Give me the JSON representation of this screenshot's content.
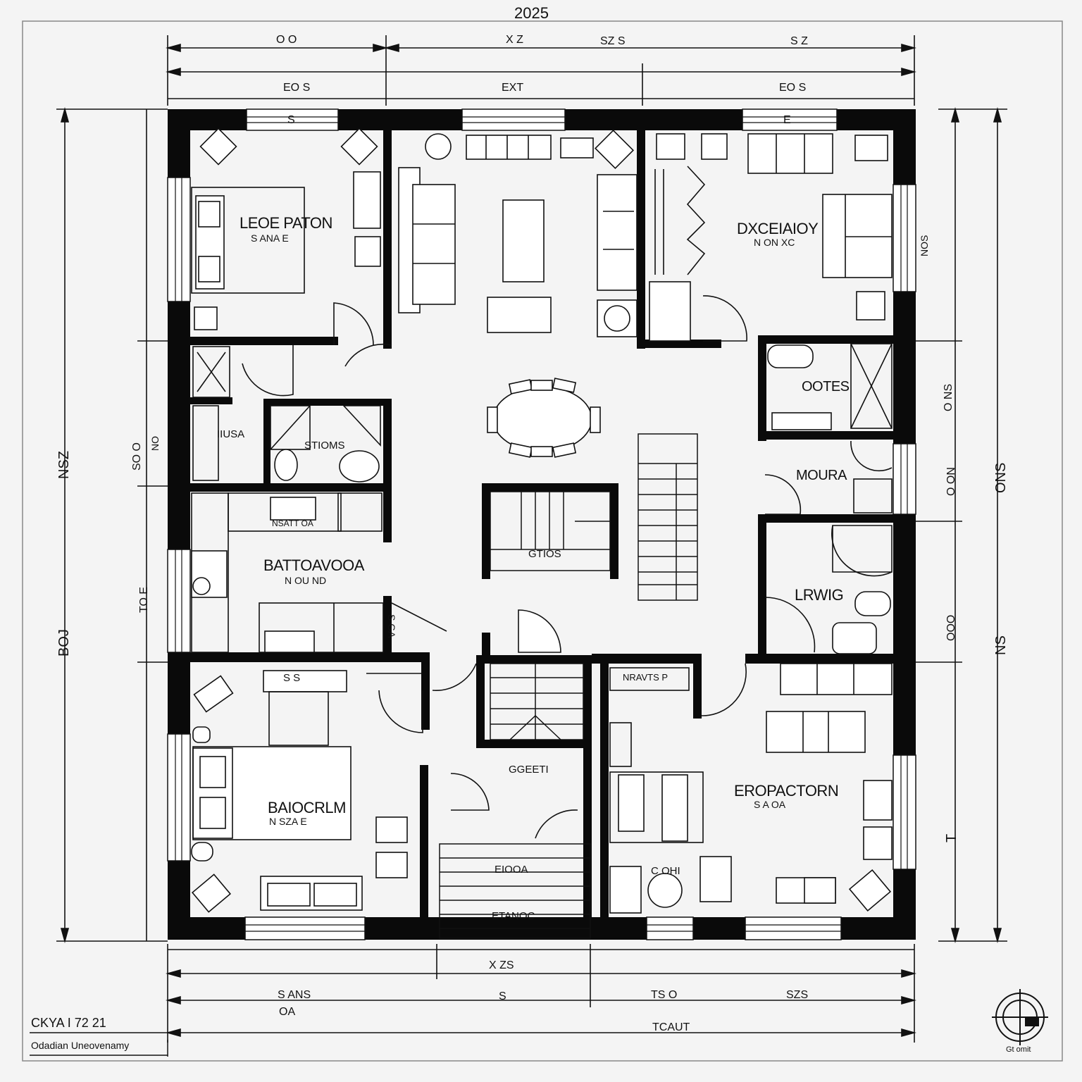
{
  "title": "2025",
  "rooms": {
    "top_left": {
      "name": "LEOE PATON",
      "sub": "S ANA E"
    },
    "top_right": {
      "name": "DXCEIAIOY",
      "sub": "N ON XC"
    },
    "mid_left": {
      "name": "BATTOAVOOA",
      "sub": "N OU ND"
    },
    "right_upper": {
      "name": "OOTES"
    },
    "right_mid": {
      "name": "MOURA"
    },
    "right_living": {
      "name": "LRWIG"
    },
    "bottom_left": {
      "name": "BAIOCRLM",
      "sub": "N SZA E"
    },
    "bottom_right": {
      "name": "EROPACTORN",
      "sub": "S A OA"
    },
    "stoms": {
      "name": "STIOMS"
    },
    "bath_small": {
      "name": "NSATT OA"
    },
    "left_small": {
      "name": "IIUSA"
    },
    "stair_center": {
      "name": "GTIOS"
    },
    "hall_center": {
      "name": "GGEETI"
    },
    "stair_bottom_a": {
      "name": "EIOOA"
    },
    "stair_bottom_b": {
      "name": "ETANOC"
    },
    "kitchen_tag": {
      "name": "NRAVTS P"
    },
    "wc_tag": {
      "name": "S S"
    },
    "desk_tag": {
      "name": "C OHI"
    },
    "hall_tag": {
      "name": "S GA"
    }
  },
  "dimensions": {
    "top_row1": [
      "O O",
      "X Z",
      "SZ S",
      "S Z"
    ],
    "top_row2": [
      "EO S",
      "EXT",
      "EO S"
    ],
    "top_marks": [
      "S",
      "E"
    ],
    "bottom_row1": [
      "S ANS",
      "X ZS",
      "TS O",
      "SZS"
    ],
    "bottom_row2": [
      "OA",
      "S",
      "TCAUT"
    ],
    "left": [
      "NSZ",
      "SO O",
      "BOJ",
      "TO E",
      "NO"
    ],
    "right": [
      "NOS",
      "O NS",
      "O ON",
      "ONS",
      "OOO",
      "NS",
      "T"
    ]
  },
  "title_block": {
    "line1": "CKYA  I  72  21",
    "line2": "Odadian  Uneovenamy"
  },
  "compass": {
    "label": "Gt omit"
  }
}
